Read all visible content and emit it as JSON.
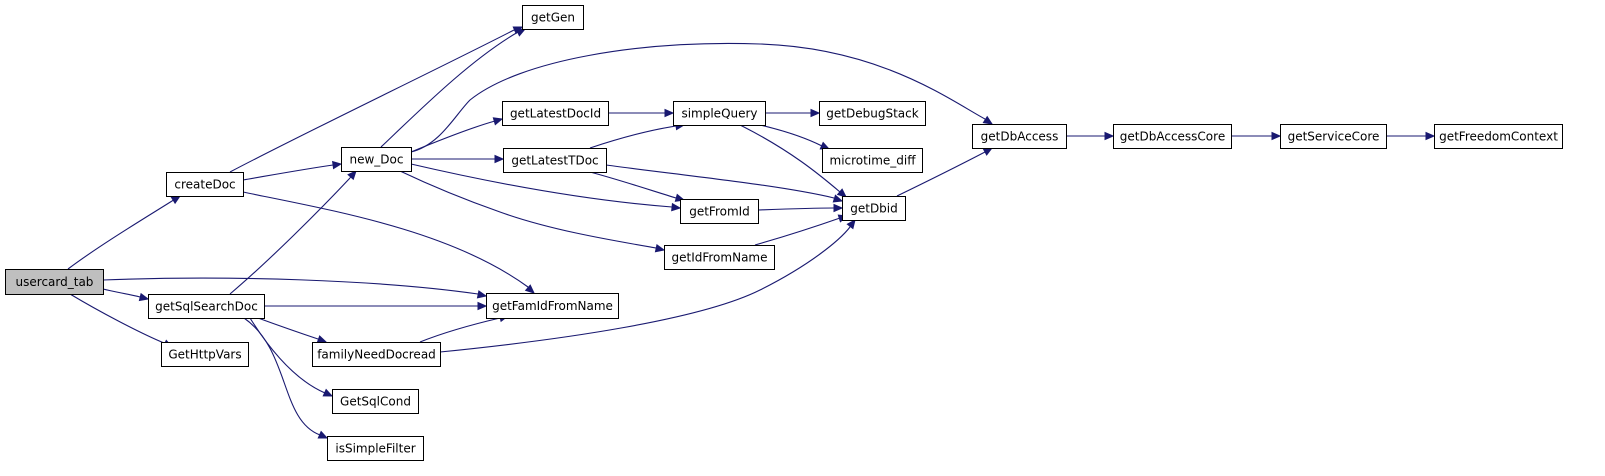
{
  "nodes": [
    {
      "id": "usercard_tab",
      "label": "usercard_tab",
      "root": true
    },
    {
      "id": "createDoc",
      "label": "createDoc"
    },
    {
      "id": "getSqlSearchDoc",
      "label": "getSqlSearchDoc"
    },
    {
      "id": "GetHttpVars",
      "label": "GetHttpVars"
    },
    {
      "id": "getGen",
      "label": "getGen"
    },
    {
      "id": "new_Doc",
      "label": "new_Doc"
    },
    {
      "id": "getFamIdFromName",
      "label": "getFamIdFromName"
    },
    {
      "id": "familyNeedDocread",
      "label": "familyNeedDocread"
    },
    {
      "id": "GetSqlCond",
      "label": "GetSqlCond"
    },
    {
      "id": "isSimpleFilter",
      "label": "isSimpleFilter"
    },
    {
      "id": "getLatestDocId",
      "label": "getLatestDocId"
    },
    {
      "id": "getLatestTDoc",
      "label": "getLatestTDoc"
    },
    {
      "id": "simpleQuery",
      "label": "simpleQuery"
    },
    {
      "id": "getFromId",
      "label": "getFromId"
    },
    {
      "id": "getIdFromName",
      "label": "getIdFromName"
    },
    {
      "id": "getDebugStack",
      "label": "getDebugStack"
    },
    {
      "id": "microtime_diff",
      "label": "microtime_diff"
    },
    {
      "id": "getDbid",
      "label": "getDbid"
    },
    {
      "id": "getDbAccess",
      "label": "getDbAccess"
    },
    {
      "id": "getDbAccessCore",
      "label": "getDbAccessCore"
    },
    {
      "id": "getServiceCore",
      "label": "getServiceCore"
    },
    {
      "id": "getFreedomContext",
      "label": "getFreedomContext"
    }
  ],
  "edges": [
    {
      "from": "usercard_tab",
      "to": "createDoc"
    },
    {
      "from": "usercard_tab",
      "to": "getFamIdFromName"
    },
    {
      "from": "usercard_tab",
      "to": "getSqlSearchDoc"
    },
    {
      "from": "usercard_tab",
      "to": "GetHttpVars"
    },
    {
      "from": "createDoc",
      "to": "getGen"
    },
    {
      "from": "createDoc",
      "to": "new_Doc"
    },
    {
      "from": "createDoc",
      "to": "getFamIdFromName"
    },
    {
      "from": "getSqlSearchDoc",
      "to": "new_Doc"
    },
    {
      "from": "getSqlSearchDoc",
      "to": "getFamIdFromName"
    },
    {
      "from": "getSqlSearchDoc",
      "to": "familyNeedDocread"
    },
    {
      "from": "getSqlSearchDoc",
      "to": "GetSqlCond"
    },
    {
      "from": "getSqlSearchDoc",
      "to": "isSimpleFilter"
    },
    {
      "from": "new_Doc",
      "to": "getGen"
    },
    {
      "from": "new_Doc",
      "to": "getDbAccess"
    },
    {
      "from": "new_Doc",
      "to": "getLatestDocId"
    },
    {
      "from": "new_Doc",
      "to": "getLatestTDoc"
    },
    {
      "from": "new_Doc",
      "to": "getFromId"
    },
    {
      "from": "new_Doc",
      "to": "getIdFromName"
    },
    {
      "from": "familyNeedDocread",
      "to": "getFamIdFromName"
    },
    {
      "from": "familyNeedDocread",
      "to": "getDbid"
    },
    {
      "from": "getLatestDocId",
      "to": "simpleQuery"
    },
    {
      "from": "getLatestTDoc",
      "to": "simpleQuery"
    },
    {
      "from": "getLatestTDoc",
      "to": "getFromId"
    },
    {
      "from": "getLatestTDoc",
      "to": "getDbid"
    },
    {
      "from": "simpleQuery",
      "to": "getDebugStack"
    },
    {
      "from": "simpleQuery",
      "to": "microtime_diff"
    },
    {
      "from": "simpleQuery",
      "to": "getDbid"
    },
    {
      "from": "getFromId",
      "to": "getDbid"
    },
    {
      "from": "getIdFromName",
      "to": "getDbid"
    },
    {
      "from": "getDbid",
      "to": "getDbAccess"
    },
    {
      "from": "getDbAccess",
      "to": "getDbAccessCore"
    },
    {
      "from": "getDbAccessCore",
      "to": "getServiceCore"
    },
    {
      "from": "getServiceCore",
      "to": "getFreedomContext"
    }
  ],
  "colors": {
    "edge": "#191970",
    "root_fill": "#bfbfbf",
    "node_fill": "#ffffff",
    "node_stroke": "#000000"
  }
}
